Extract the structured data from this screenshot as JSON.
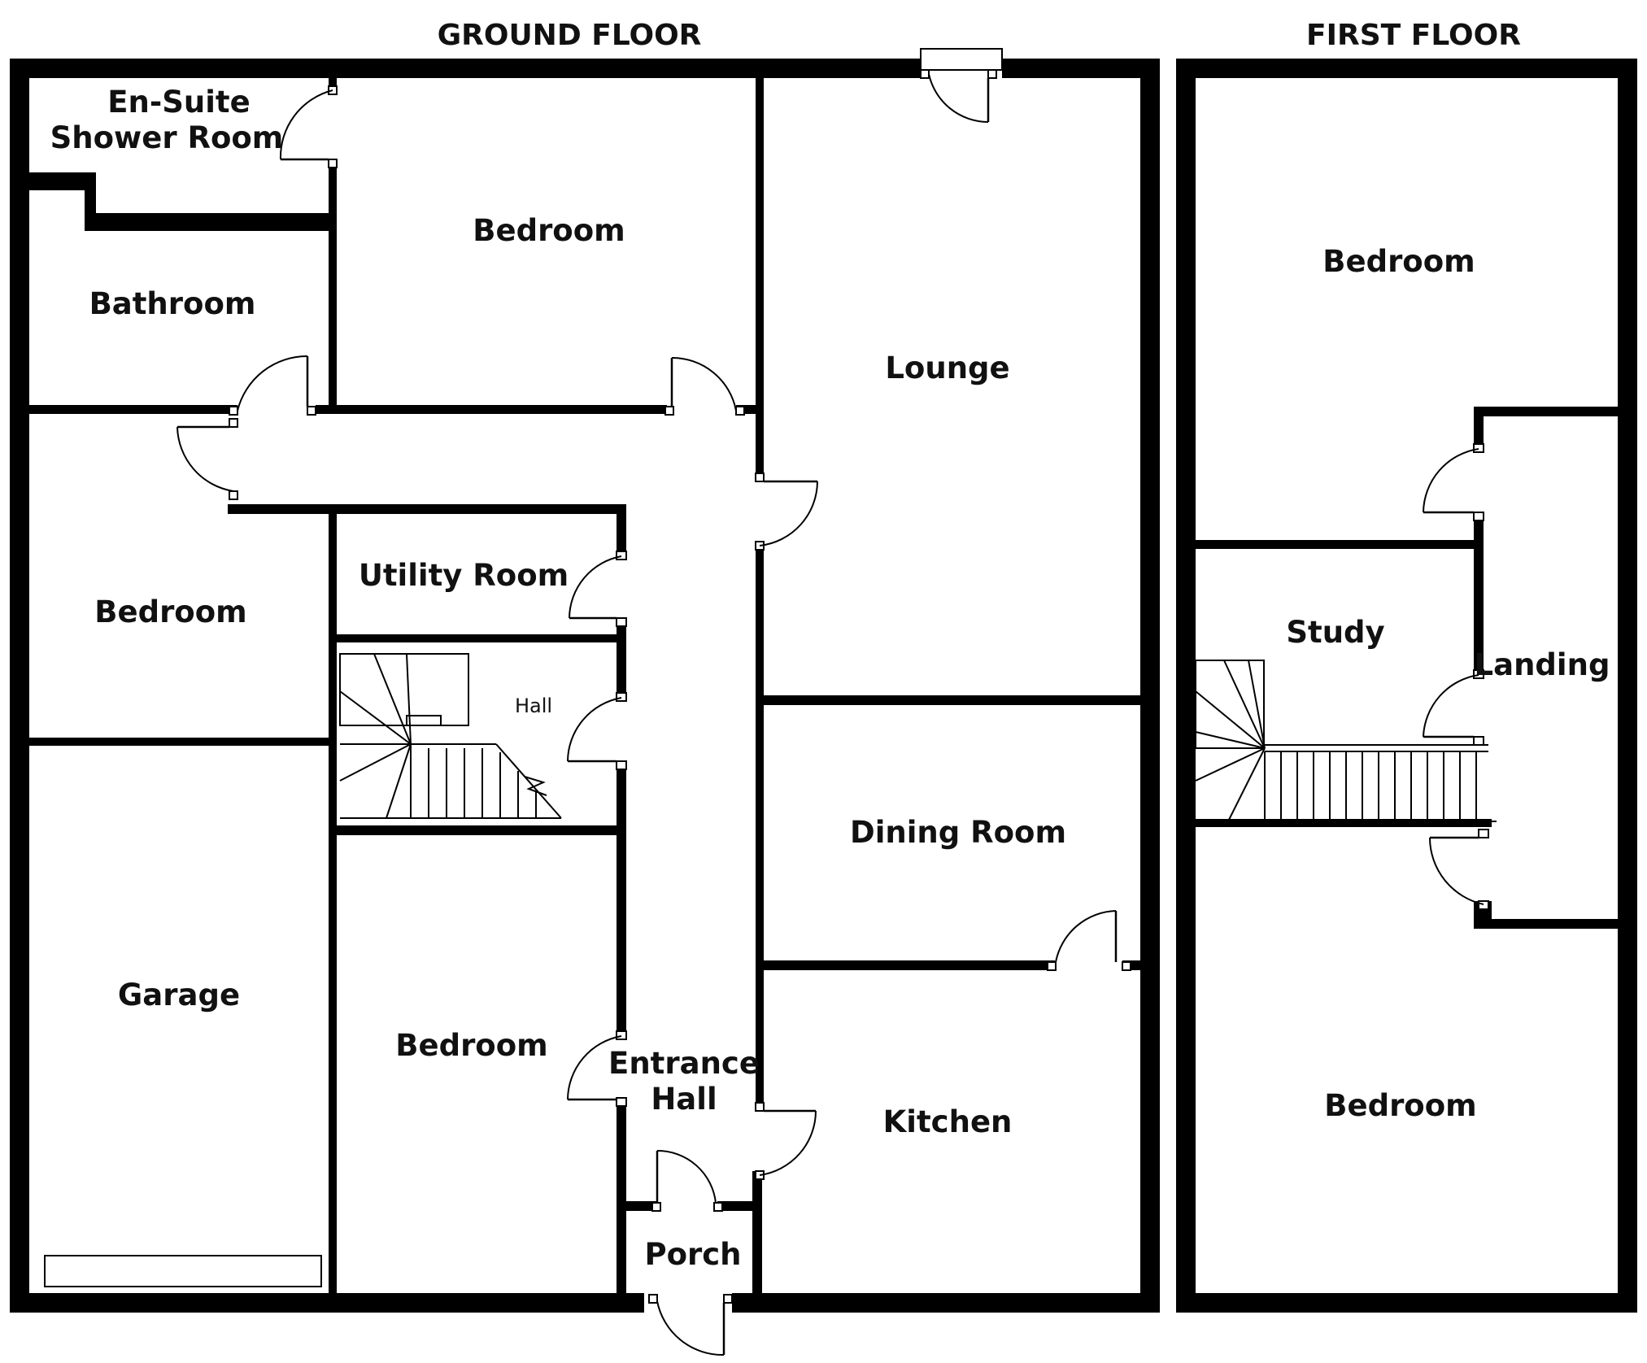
{
  "floors": {
    "ground": {
      "title": "GROUND FLOOR"
    },
    "first": {
      "title": "FIRST FLOOR"
    }
  },
  "rooms": {
    "ensuite_line1": "En-Suite",
    "ensuite_line2": "Shower Room",
    "bedroom_gf_top": "Bedroom",
    "bathroom": "Bathroom",
    "lounge": "Lounge",
    "bedroom_gf_left": "Bedroom",
    "utility": "Utility Room",
    "hall": "Hall",
    "dining": "Dining Room",
    "garage": "Garage",
    "bedroom_gf_mid": "Bedroom",
    "entrance_line1": "Entrance",
    "entrance_line2": "Hall",
    "kitchen": "Kitchen",
    "porch": "Porch",
    "bedroom_ff_top": "Bedroom",
    "study": "Study",
    "landing": "Landing",
    "bedroom_ff_bottom": "Bedroom"
  }
}
